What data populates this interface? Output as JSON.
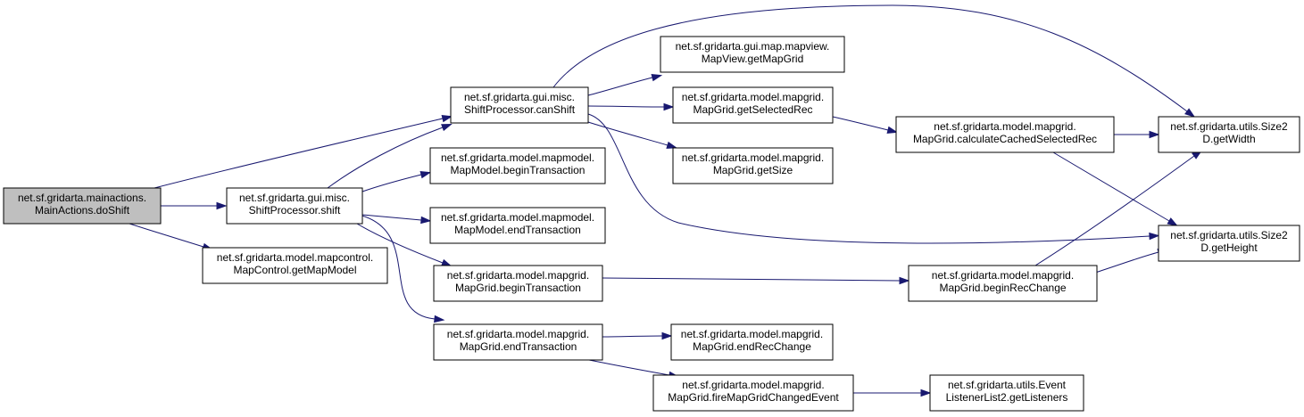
{
  "diagram": {
    "type": "call-graph",
    "edge_color": "#191970",
    "root_fill": "#bfbfbf",
    "node_fill": "#ffffff",
    "nodes": [
      {
        "id": "doShift",
        "lines": [
          "net.sf.gridarta.mainactions.",
          "MainActions.doShift"
        ],
        "root": true
      },
      {
        "id": "canShift",
        "lines": [
          "net.sf.gridarta.gui.misc.",
          "ShiftProcessor.canShift"
        ]
      },
      {
        "id": "shift",
        "lines": [
          "net.sf.gridarta.gui.misc.",
          "ShiftProcessor.shift"
        ]
      },
      {
        "id": "getMapModel",
        "lines": [
          "net.sf.gridarta.model.mapcontrol.",
          "MapControl.getMapModel"
        ]
      },
      {
        "id": "getMapGrid",
        "lines": [
          "net.sf.gridarta.gui.map.mapview.",
          "MapView.getMapGrid"
        ]
      },
      {
        "id": "getSelectedRec",
        "lines": [
          "net.sf.gridarta.model.mapgrid.",
          "MapGrid.getSelectedRec"
        ]
      },
      {
        "id": "getSize",
        "lines": [
          "net.sf.gridarta.model.mapgrid.",
          "MapGrid.getSize"
        ]
      },
      {
        "id": "mmBeginTransaction",
        "lines": [
          "net.sf.gridarta.model.mapmodel.",
          "MapModel.beginTransaction"
        ]
      },
      {
        "id": "mmEndTransaction",
        "lines": [
          "net.sf.gridarta.model.mapmodel.",
          "MapModel.endTransaction"
        ]
      },
      {
        "id": "mgBeginTransaction",
        "lines": [
          "net.sf.gridarta.model.mapgrid.",
          "MapGrid.beginTransaction"
        ]
      },
      {
        "id": "mgEndTransaction",
        "lines": [
          "net.sf.gridarta.model.mapgrid.",
          "MapGrid.endTransaction"
        ]
      },
      {
        "id": "calculateCachedSelectedRec",
        "lines": [
          "net.sf.gridarta.model.mapgrid.",
          "MapGrid.calculateCachedSelectedRec"
        ]
      },
      {
        "id": "beginRecChange",
        "lines": [
          "net.sf.gridarta.model.mapgrid.",
          "MapGrid.beginRecChange"
        ]
      },
      {
        "id": "endRecChange",
        "lines": [
          "net.sf.gridarta.model.mapgrid.",
          "MapGrid.endRecChange"
        ]
      },
      {
        "id": "fireMapGridChangedEvent",
        "lines": [
          "net.sf.gridarta.model.mapgrid.",
          "MapGrid.fireMapGridChangedEvent"
        ]
      },
      {
        "id": "getWidth",
        "lines": [
          "net.sf.gridarta.utils.Size2",
          "D.getWidth"
        ]
      },
      {
        "id": "getHeight",
        "lines": [
          "net.sf.gridarta.utils.Size2",
          "D.getHeight"
        ]
      },
      {
        "id": "getListeners",
        "lines": [
          "net.sf.gridarta.utils.Event",
          "ListenerList2.getListeners"
        ]
      }
    ],
    "edges": [
      {
        "from": "doShift",
        "to": "canShift"
      },
      {
        "from": "doShift",
        "to": "shift"
      },
      {
        "from": "doShift",
        "to": "getMapModel"
      },
      {
        "from": "shift",
        "to": "canShift"
      },
      {
        "from": "shift",
        "to": "mmBeginTransaction"
      },
      {
        "from": "shift",
        "to": "mmEndTransaction"
      },
      {
        "from": "shift",
        "to": "mgBeginTransaction"
      },
      {
        "from": "shift",
        "to": "mgEndTransaction"
      },
      {
        "from": "canShift",
        "to": "getMapGrid"
      },
      {
        "from": "canShift",
        "to": "getSelectedRec"
      },
      {
        "from": "canShift",
        "to": "getSize"
      },
      {
        "from": "canShift",
        "to": "getWidth"
      },
      {
        "from": "canShift",
        "to": "getHeight"
      },
      {
        "from": "getSelectedRec",
        "to": "calculateCachedSelectedRec"
      },
      {
        "from": "calculateCachedSelectedRec",
        "to": "getWidth"
      },
      {
        "from": "calculateCachedSelectedRec",
        "to": "getHeight"
      },
      {
        "from": "mgBeginTransaction",
        "to": "beginRecChange"
      },
      {
        "from": "beginRecChange",
        "to": "getWidth"
      },
      {
        "from": "beginRecChange",
        "to": "getHeight"
      },
      {
        "from": "mgEndTransaction",
        "to": "endRecChange"
      },
      {
        "from": "mgEndTransaction",
        "to": "fireMapGridChangedEvent"
      },
      {
        "from": "fireMapGridChangedEvent",
        "to": "getListeners"
      }
    ]
  }
}
